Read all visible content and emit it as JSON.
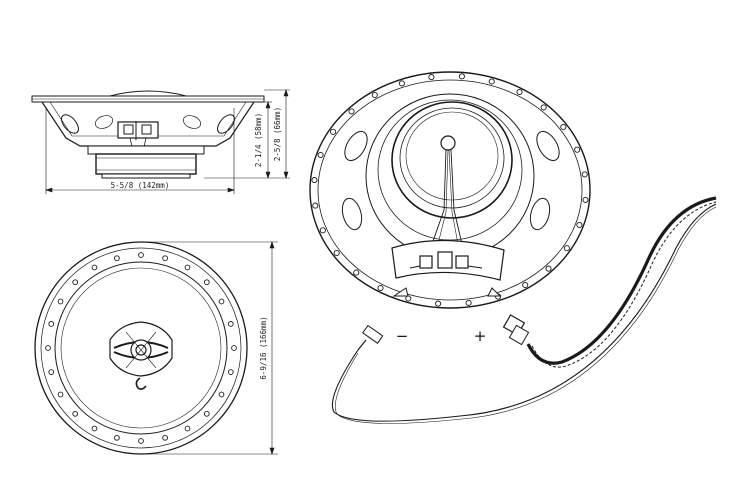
{
  "side_view": {
    "width_dim": "5-5/8 (142mm)",
    "height_dim_inner": "2-1/4 (58mm)",
    "height_dim_outer": "2-5/8 (66mm)"
  },
  "front_view": {
    "diameter_dim": "6-9/16 (166mm)"
  },
  "rear_view": {
    "minus_label": "−",
    "plus_label": "+"
  },
  "colors": {
    "line": "#1a1a1a",
    "background": "#ffffff"
  }
}
